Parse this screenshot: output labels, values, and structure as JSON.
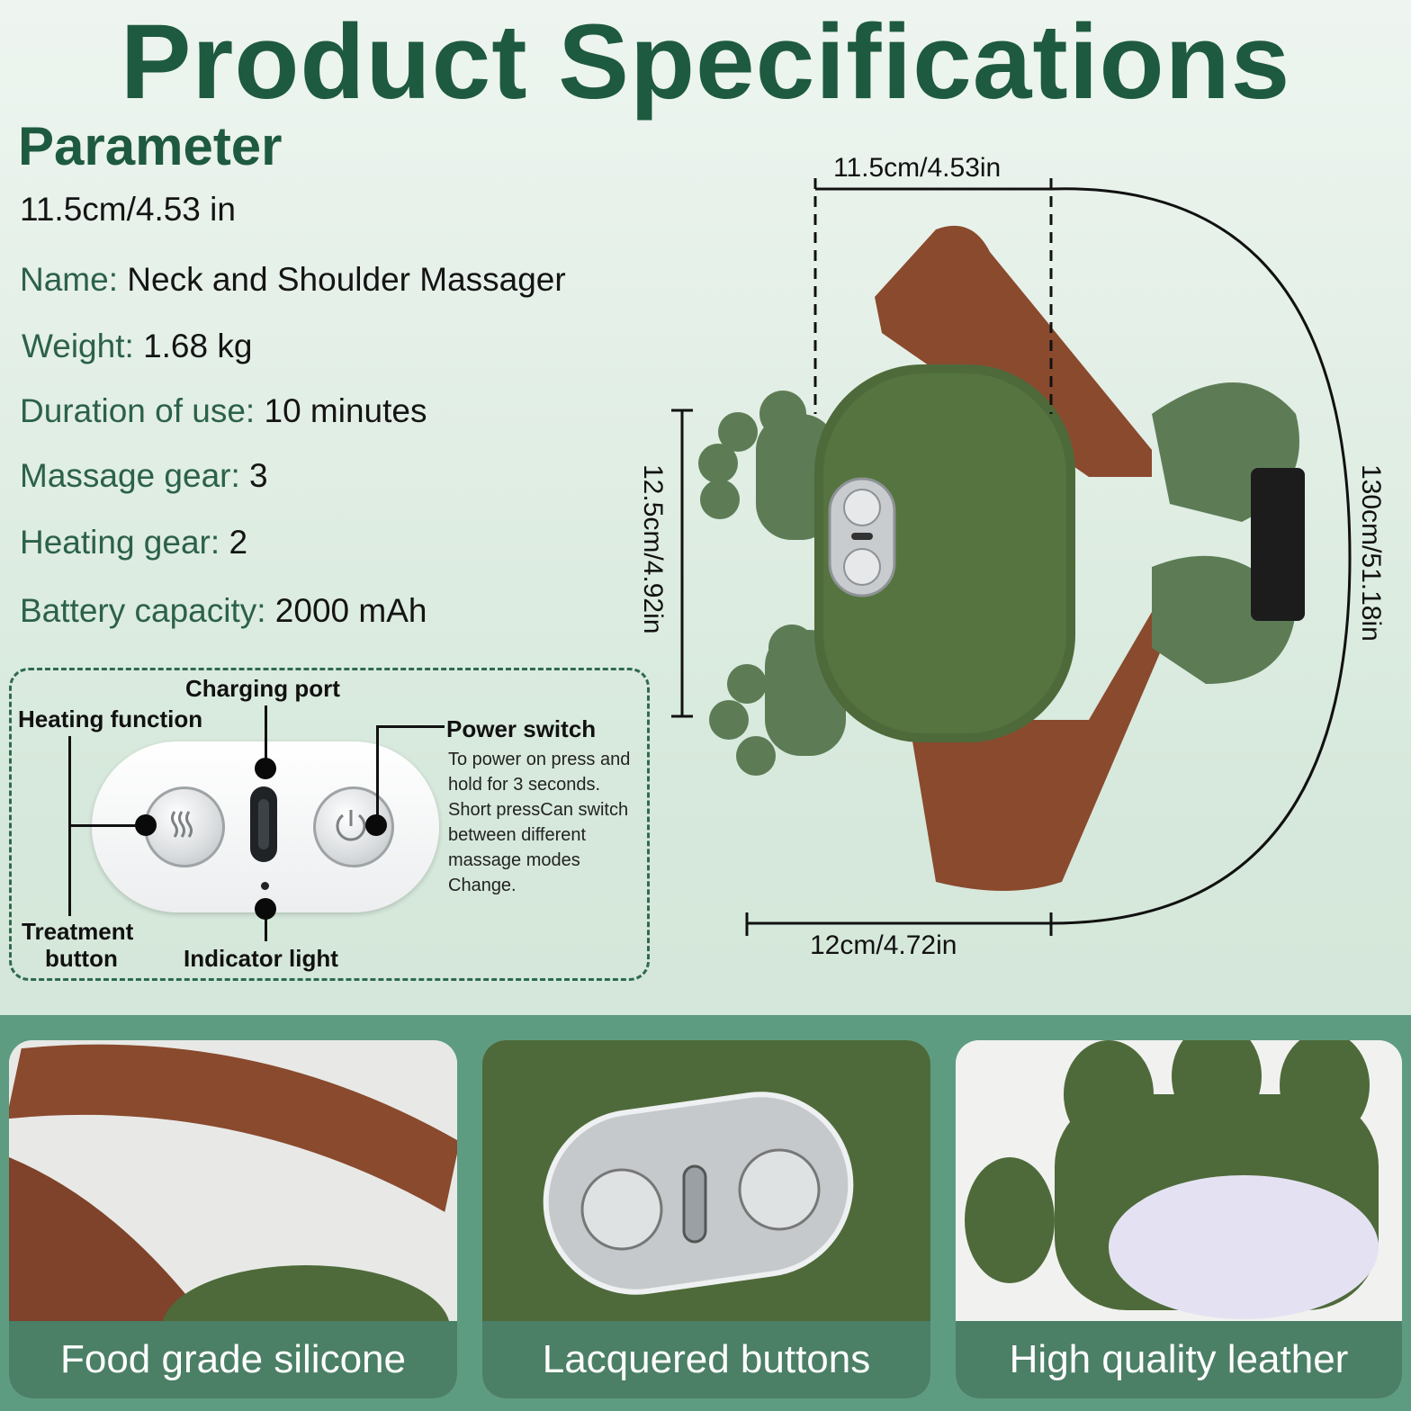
{
  "title": "Product Specifications",
  "parameter_heading": "Parameter",
  "specs": {
    "size": "11.5cm/4.53 in",
    "name_label": "Name:",
    "name_value": "Neck and Shoulder Massager",
    "weight_label": "Weight:",
    "weight_value": "1.68 kg",
    "duration_label": "Duration of use:",
    "duration_value": "10 minutes",
    "massage_label": "Massage gear:",
    "massage_value": "3",
    "heating_label": "Heating gear:",
    "heating_value": "2",
    "battery_label": "Battery capacity:",
    "battery_value": "2000 mAh"
  },
  "diagram": {
    "charging_port": "Charging port",
    "heating_function": "Heating function",
    "power_switch": "Power switch",
    "power_desc": [
      "To power on press and",
      "hold for 3 seconds.",
      "Short pressCan switch",
      "between different",
      "massage modes",
      "Change."
    ],
    "treatment_button_1": "Treatment",
    "treatment_button_2": "button",
    "indicator_light": "Indicator light"
  },
  "dimensions": {
    "top_width": "11.5cm/4.53in",
    "height": "12.5cm/4.92in",
    "strap_length": "130cm/51.18in",
    "bottom_width": "12cm/4.72in"
  },
  "features": {
    "card1": "Food grade silicone",
    "card2": "Lacquered buttons",
    "card3": "High quality leather"
  },
  "colors": {
    "brand_green": "#1e5a3f",
    "leather_brown": "#8a4a2e",
    "device_green": "#4e6a3a"
  }
}
